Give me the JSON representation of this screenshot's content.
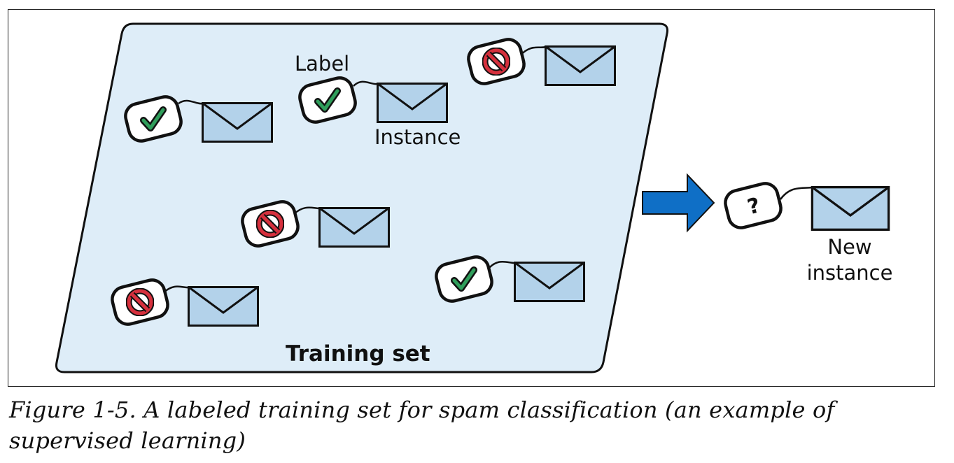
{
  "diagram": {
    "labels": {
      "label": "Label",
      "instance": "Instance",
      "training_set": "Training set",
      "new_instance_line1": "New",
      "new_instance_line2": "instance",
      "unknown_mark": "?"
    },
    "colors": {
      "panel_fill": "#deedf8",
      "envelope_fill": "#b3d2ea",
      "arrow_fill": "#0f6fc6",
      "check_color": "#2f9e5b",
      "ban_color": "#d6303d"
    },
    "instances": [
      {
        "label": "ham",
        "icon": "check-icon"
      },
      {
        "label": "ham",
        "icon": "check-icon"
      },
      {
        "label": "spam",
        "icon": "no-entry-icon"
      },
      {
        "label": "spam",
        "icon": "no-entry-icon"
      },
      {
        "label": "ham",
        "icon": "check-icon"
      },
      {
        "label": "spam",
        "icon": "no-entry-icon"
      }
    ],
    "new_instance": {
      "label": "unknown",
      "icon": "question-mark-icon"
    }
  },
  "caption": {
    "text": "Figure 1-5. A labeled training set for spam classification (an example of supervised learning)"
  }
}
